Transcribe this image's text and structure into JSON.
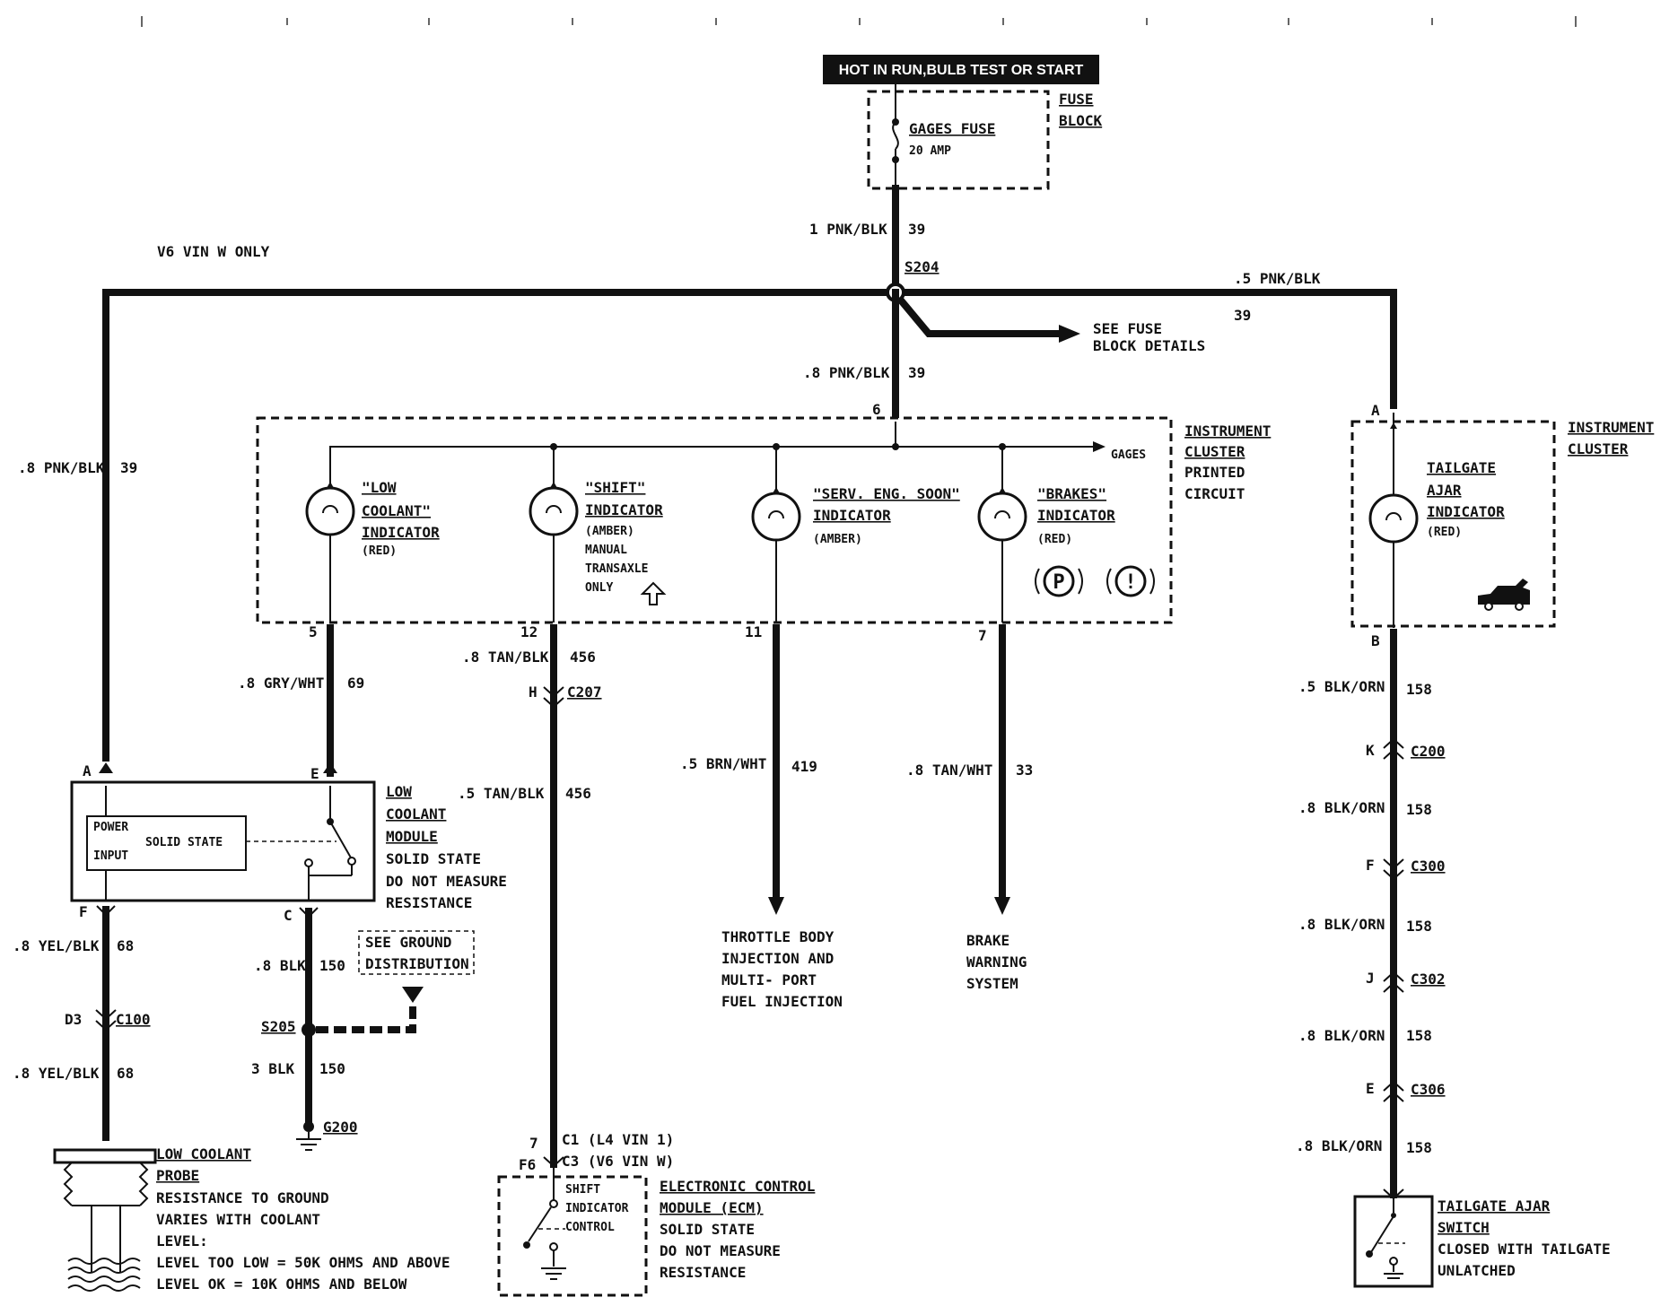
{
  "header": {
    "power_source": "HOT IN RUN,BULB TEST OR START"
  },
  "fuse_block": {
    "title": "FUSE BLOCK",
    "fuse_name": "GAGES FUSE",
    "fuse_rating": "20 AMP"
  },
  "top_notes": {
    "variant": "V6 VIN W ONLY",
    "splice": "S204",
    "see_fuse": "SEE FUSE BLOCK DETAILS"
  },
  "wires": {
    "feed_top": {
      "gauge": "1 PNK/BLK",
      "circuit": "39"
    },
    "feed_cluster": {
      "gauge": ".8 PNK/BLK",
      "circuit": "39"
    },
    "left_bus": {
      "gauge": ".8 PNK/BLK",
      "circuit": "39"
    },
    "right_bus": {
      "gauge": ".5 PNK/BLK",
      "circuit": "39"
    },
    "coolant_out": {
      "gauge": ".8 GRY/WHT",
      "circuit": "69"
    },
    "shift_out": {
      "gauge": ".8 TAN/BLK",
      "circuit": "456"
    },
    "shift_lower": {
      "gauge": ".5 TAN/BLK",
      "circuit": "456"
    },
    "serv_out": {
      "gauge": ".5 BRN/WHT",
      "circuit": "419"
    },
    "brake_out": {
      "gauge": ".8 TAN/WHT",
      "circuit": "33"
    },
    "probe_upper": {
      "gauge": ".8 YEL/BLK",
      "circuit": "68"
    },
    "probe_lower": {
      "gauge": ".8 YEL/BLK",
      "circuit": "68"
    },
    "ground_upper": {
      "gauge": ".8 BLK",
      "circuit": "150"
    },
    "ground_lower": {
      "gauge": "3 BLK",
      "circuit": "150"
    },
    "tail_1": {
      "gauge": ".5 BLK/ORN",
      "circuit": "158"
    },
    "tail_2": {
      "gauge": ".8 BLK/ORN",
      "circuit": "158"
    },
    "tail_3": {
      "gauge": ".8 BLK/ORN",
      "circuit": "158"
    },
    "tail_4": {
      "gauge": ".8 BLK/ORN",
      "circuit": "158"
    },
    "tail_5": {
      "gauge": ".8 BLK/ORN",
      "circuit": "158"
    }
  },
  "cluster": {
    "title": "INSTRUMENT CLUSTER PRINTED CIRCUIT",
    "gages": "GAGES",
    "pin_in": "6",
    "indicators": [
      {
        "title": "\"LOW COOLANT\" INDICATOR",
        "note": "(RED)",
        "pin": "5"
      },
      {
        "title": "\"SHIFT\" INDICATOR",
        "note": "(AMBER) MANUAL TRANSAXLE ONLY",
        "pin": "12"
      },
      {
        "title": "\"SERV. ENG. SOON\" INDICATOR",
        "note": "(AMBER)",
        "pin": "11"
      },
      {
        "title": "\"BRAKES\" INDICATOR",
        "note": "(RED)",
        "pin": "7"
      }
    ],
    "brake_symbols": [
      "P",
      "!"
    ]
  },
  "cluster_right": {
    "title": "INSTRUMENT CLUSTER",
    "indicator_title": "TAILGATE AJAR INDICATOR",
    "indicator_note": "(RED)",
    "pin_top": "A",
    "pin_bottom": "B"
  },
  "coolant_module": {
    "title": "LOW COOLANT MODULE",
    "desc": "SOLID STATE DO NOT MEASURE RESISTANCE",
    "power_input": "POWER INPUT",
    "solid_state": "SOLID STATE",
    "pins": {
      "a": "A",
      "e": "E",
      "f": "F",
      "c": "C"
    }
  },
  "connectors": {
    "c207": {
      "name": "C207",
      "pin": "H"
    },
    "c100": {
      "name": "C100",
      "pin": "D3"
    },
    "c200": {
      "name": "C200",
      "pin": "K"
    },
    "c300": {
      "name": "C300",
      "pin": "F"
    },
    "c302": {
      "name": "C302",
      "pin": "J"
    },
    "c306": {
      "name": "C306",
      "pin": "E"
    },
    "s205": "S205",
    "g200": "G200",
    "ecm_c1": "C1 (L4 VIN 1)",
    "ecm_c3": "C3 (V6 VIN W)",
    "ecm_pin_7": "7",
    "ecm_pin_f6": "F6"
  },
  "ground_note": "SEE GROUND DISTRIBUTION",
  "destinations": {
    "throttle": "THROTTLE BODY INJECTION AND MULTI-PORT FUEL INJECTION",
    "brake": "BRAKE WARNING SYSTEM"
  },
  "probe": {
    "title": "LOW COOLANT PROBE",
    "line1": "RESISTANCE TO GROUND",
    "line2": "VARIES WITH COOLANT",
    "line3": "LEVEL:",
    "line4": "LEVEL TOO LOW = 50K OHMS AND ABOVE",
    "line5": "LEVEL OK = 10K OHMS AND BELOW"
  },
  "ecm": {
    "title": "ELECTRONIC CONTROL MODULE (ECM)",
    "desc": "SOLID STATE DO NOT MEASURE RESISTANCE",
    "inner": "SHIFT INDICATOR CONTROL"
  },
  "tailgate_switch": {
    "title": "TAILGATE AJAR SWITCH",
    "desc": "CLOSED WITH TAILGATE UNLATCHED"
  }
}
